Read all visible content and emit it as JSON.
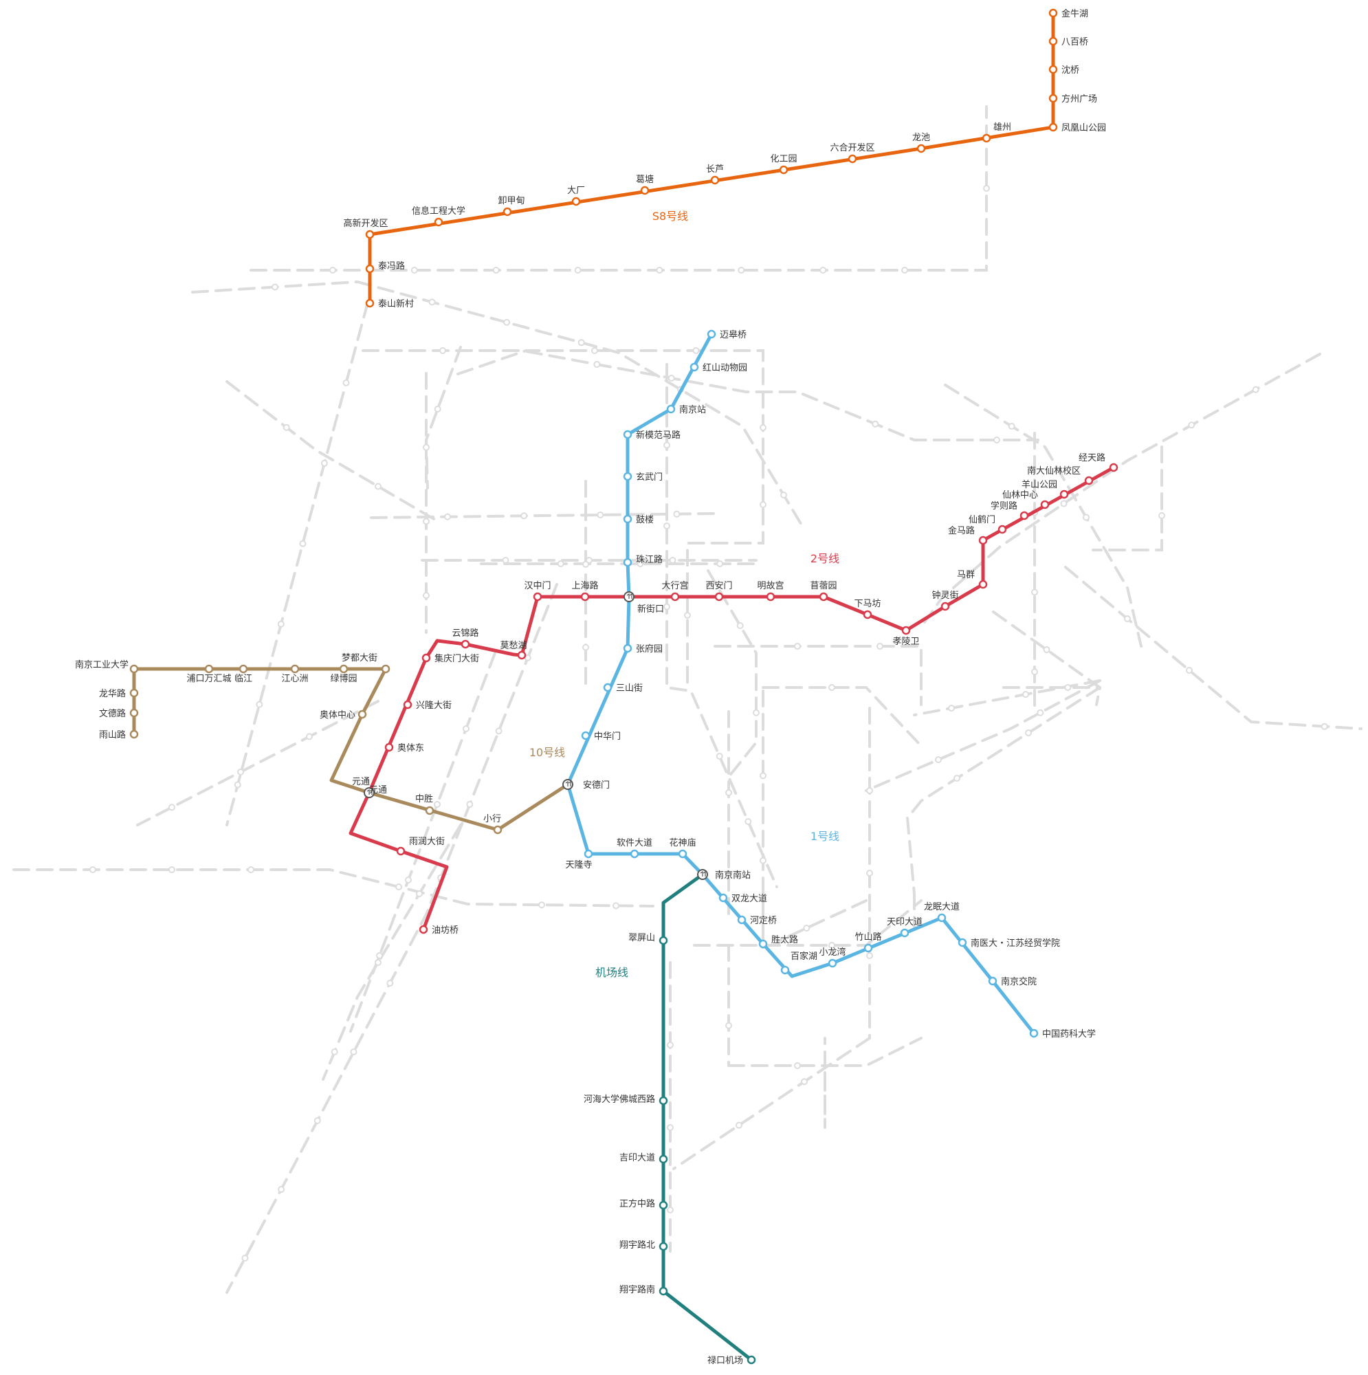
{
  "lines": [
    {
      "id": "s8",
      "name": "S8号线",
      "color": "#E8650F",
      "stations": [
        "高新开发区",
        "信息工程大学",
        "卸甲甸",
        "大厂",
        "葛塘",
        "长芦",
        "化工园",
        "六合开发区",
        "龙池",
        "雄州",
        "凤凰山公园",
        "方州广场",
        "沈桥",
        "八百桥",
        "金牛湖",
        "泰冯路",
        "泰山新村"
      ]
    },
    {
      "id": "l1",
      "name": "1号线",
      "color": "#5BB5E2",
      "stations": [
        "迈皋桥",
        "红山动物园",
        "南京站",
        "新模范马路",
        "玄武门",
        "鼓楼",
        "珠江路",
        "新街口",
        "张府园",
        "三山街",
        "中华门",
        "安德门",
        "天隆寺",
        "软件大道",
        "花神庙",
        "南京南站",
        "双龙大道",
        "河定桥",
        "胜太路",
        "百家湖",
        "小龙湾",
        "竹山路",
        "天印大道",
        "龙眠大道",
        "南医大・江苏经贸学院",
        "南京交院",
        "中国药科大学"
      ]
    },
    {
      "id": "l2",
      "name": "2号线",
      "color": "#D83B4B",
      "stations": [
        "油坊桥",
        "雨润大街",
        "元通",
        "奥体东",
        "兴隆大街",
        "集庆门大街",
        "云锦路",
        "莫愁湖",
        "汉中门",
        "上海路",
        "新街口",
        "大行宫",
        "西安门",
        "明故宫",
        "苜蓿园",
        "下马坊",
        "孝陵卫",
        "钟灵街",
        "马群",
        "金马路",
        "仙鹤门",
        "学则路",
        "仙林中心",
        "羊山公园",
        "南大仙林校区",
        "经天路"
      ]
    },
    {
      "id": "l10",
      "name": "10号线",
      "color": "#A98A5D",
      "stations": [
        "雨山路",
        "文德路",
        "龙华路",
        "南京工业大学",
        "浦口万汇城",
        "临江",
        "江心洲",
        "绿博园",
        "梦都大街",
        "奥体中心",
        "元通",
        "中胜",
        "小行",
        "安德门"
      ]
    },
    {
      "id": "airport",
      "name": "机场线",
      "color": "#21807E",
      "stations": [
        "南京南站",
        "翠屏山",
        "河海大学佛城西路",
        "吉印大道",
        "正方中路",
        "翔宇路北",
        "翔宇路南",
        "禄口机场"
      ]
    }
  ],
  "interchanges": [
    "新街口",
    "元通",
    "安德门",
    "南京南站"
  ]
}
